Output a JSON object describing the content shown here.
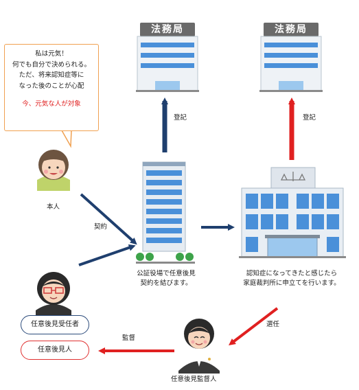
{
  "offices": {
    "left_label": "法務局",
    "right_label": "法務局"
  },
  "bubble": {
    "lines": [
      "私は元気！",
      "何でも自分で決められる。",
      "ただ、将来認知症等に",
      "なった後のことが心配"
    ],
    "note": "今、元気な人が対象"
  },
  "labels": {
    "registration_left": "登記",
    "registration_right": "登記",
    "contract": "契約",
    "appointment": "選任",
    "supervision": "監督"
  },
  "people": {
    "principal": "本人",
    "guardian_caption": "任意後見受任者",
    "guardian": "任意後見人",
    "supervisor": "任意後見監督人"
  },
  "captions": {
    "notary": [
      "公証役場で任意後見",
      "契約を結びます。"
    ],
    "court": [
      "認知症になってきたと感じたら",
      "家庭裁判所に申立てを行います。"
    ]
  },
  "colors": {
    "navy": "#1f3f6e",
    "red": "#e02020",
    "building_blue": "#5aa0dc",
    "bubble_border": "#f0a050"
  }
}
